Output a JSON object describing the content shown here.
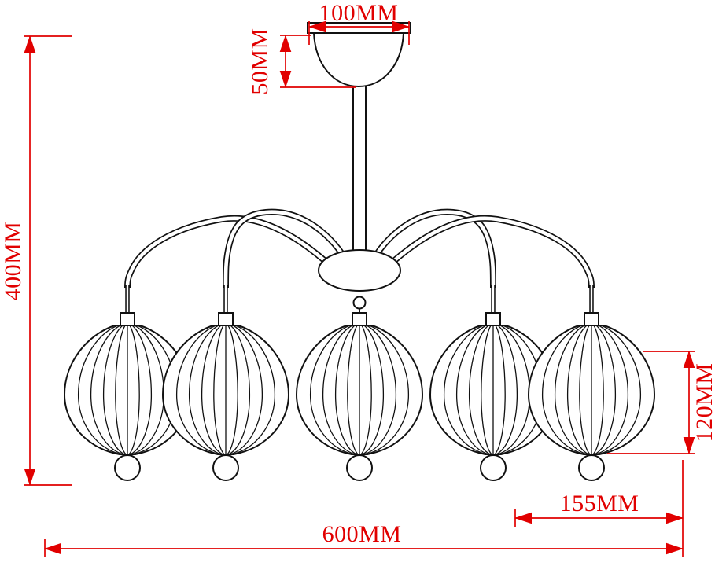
{
  "diagram": {
    "labels": {
      "canopy_width": "100MM",
      "canopy_height": "50MM",
      "overall_height": "400MM",
      "shade_height": "120MM",
      "shade_spacing": "155MM",
      "overall_width": "600MM"
    },
    "colors": {
      "line": "#111111",
      "dimension": "#e10000",
      "background": "#ffffff"
    }
  }
}
